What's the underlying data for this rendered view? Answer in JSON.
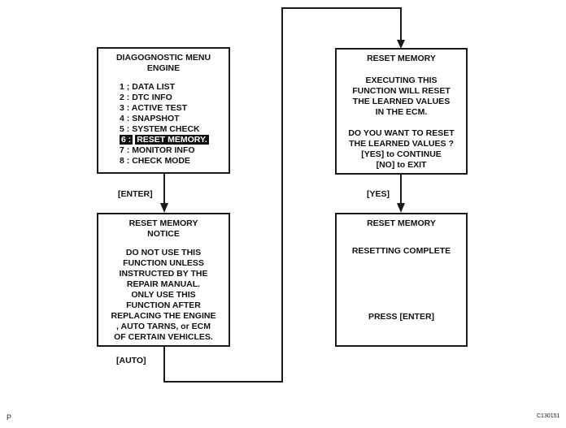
{
  "menu_box": {
    "title_lines": [
      "DIAGOGNOSTIC MENU",
      "ENGINE"
    ],
    "items": [
      {
        "num": "1 ;",
        "label": "DATA LIST"
      },
      {
        "num": "2 :",
        "label": "DTC INFO"
      },
      {
        "num": "3 :",
        "label": "ACTIVE TEST"
      },
      {
        "num": "4 :",
        "label": "SNAPSHOT"
      },
      {
        "num": "5 :",
        "label": "SYSTEM CHECK"
      },
      {
        "num": "6 :",
        "label": "RESET MEMORY."
      },
      {
        "num": "7 :",
        "label": "MONITOR INFO"
      },
      {
        "num": "8 :",
        "label": "CHECK MODE"
      }
    ],
    "selected_index": 5
  },
  "notice_box": {
    "title_lines": [
      "RESET MEMORY",
      "NOTICE"
    ],
    "body_lines": [
      "DO NOT USE THIS",
      "FUNCTION UNLESS",
      "INSTRUCTED BY THE",
      "REPAIR MANUAL.",
      "ONLY USE THIS",
      "FUNCTION AFTER",
      "REPLACING THE ENGINE",
      ", AUTO TARNS, or ECM",
      "OF CERTAIN VEHICLES."
    ]
  },
  "confirm_box": {
    "title": "RESET MEMORY",
    "body_lines_1": [
      "EXECUTING THIS",
      "FUNCTION WILL RESET",
      "THE LEARNED VALUES",
      "IN THE ECM."
    ],
    "body_lines_2": [
      "DO YOU WANT TO RESET",
      "THE LEARNED VALUES ?",
      "[YES] to CONTINUE",
      "[NO] to EXIT"
    ]
  },
  "complete_box": {
    "title": "RESET MEMORY",
    "message": "RESETTING COMPLETE",
    "footer": "PRESS [ENTER]"
  },
  "labels": {
    "enter": "[ENTER]",
    "auto": "[AUTO]",
    "yes": "[YES]",
    "corner_left": "P",
    "corner_right": "C130151"
  }
}
